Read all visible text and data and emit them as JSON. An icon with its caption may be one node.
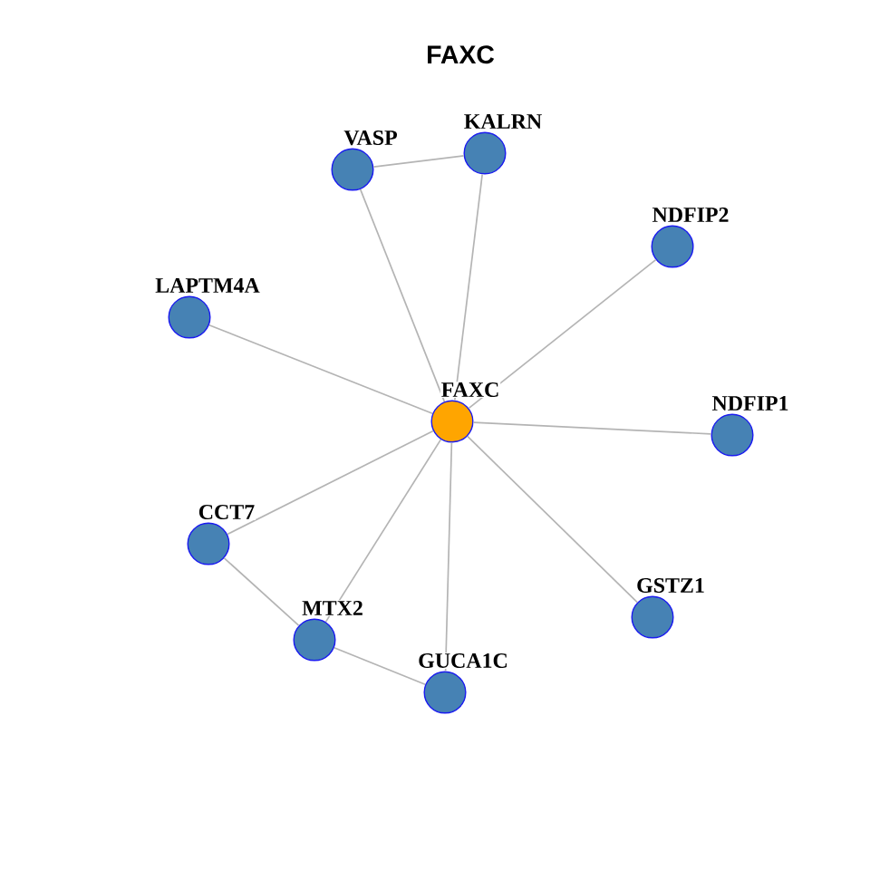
{
  "diagram": {
    "title": "FAXC",
    "nodes": [
      {
        "text": [
          "VASP"
        ]
      },
      {
        "text": [
          "KALRN"
        ]
      },
      {
        "text": [
          "NDFIP2"
        ]
      },
      {
        "text": [
          "LAPTM4A"
        ]
      },
      {
        "text": [
          "FAXC"
        ]
      },
      {
        "text": [
          "NDFIP1"
        ]
      },
      {
        "text": [
          "CCT7"
        ]
      },
      {
        "text": [
          "GSTZ1"
        ]
      },
      {
        "text": [
          "MTX2"
        ]
      },
      {
        "text": [
          "GUCA1C"
        ]
      }
    ],
    "edges": [
      {
        "from": 4,
        "to": 0,
        "arrow": "none"
      },
      {
        "from": 4,
        "to": 1,
        "arrow": "none"
      },
      {
        "from": 0,
        "to": 1,
        "arrow": "none"
      },
      {
        "from": 4,
        "to": 2,
        "arrow": "none"
      },
      {
        "from": 4,
        "to": 3,
        "arrow": "none"
      },
      {
        "from": 4,
        "to": 5,
        "arrow": "none"
      },
      {
        "from": 4,
        "to": 6,
        "arrow": "none"
      },
      {
        "from": 4,
        "to": 7,
        "arrow": "none"
      },
      {
        "from": 4,
        "to": 8,
        "arrow": "none"
      },
      {
        "from": 4,
        "to": 9,
        "arrow": "none"
      },
      {
        "from": 6,
        "to": 8,
        "arrow": "none"
      },
      {
        "from": 8,
        "to": 9,
        "arrow": "none"
      }
    ]
  }
}
